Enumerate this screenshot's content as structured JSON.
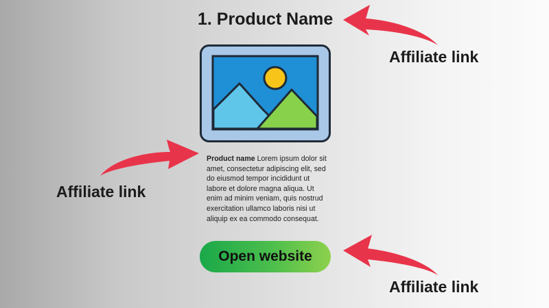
{
  "product": {
    "title": "1. Product Name",
    "description_bold": "Product name",
    "description_text": " Lorem ipsum dolor sit amet, consectetur adipiscing elit, sed do eiusmod tempor incididunt ut labore et dolore magna aliqua. Ut enim ad minim veniam, quis nostrud exercitation ullamco laboris nisi ut aliquip ex ea commodo consequat.",
    "button_label": "Open website"
  },
  "annotations": {
    "top_label": "Affiliate link",
    "left_label": "Affiliate link",
    "bottom_label": "Affiliate link"
  },
  "colors": {
    "arrow": "#e8344a",
    "button_start": "#1aa84a",
    "button_end": "#8ed14d",
    "image_sky": "#1f8fd6",
    "image_sun": "#f7c51a",
    "image_mountain_back": "#5fc6ea",
    "image_mountain_front": "#88d24b"
  },
  "icons": [
    "image-placeholder-icon",
    "arrow-icon"
  ]
}
